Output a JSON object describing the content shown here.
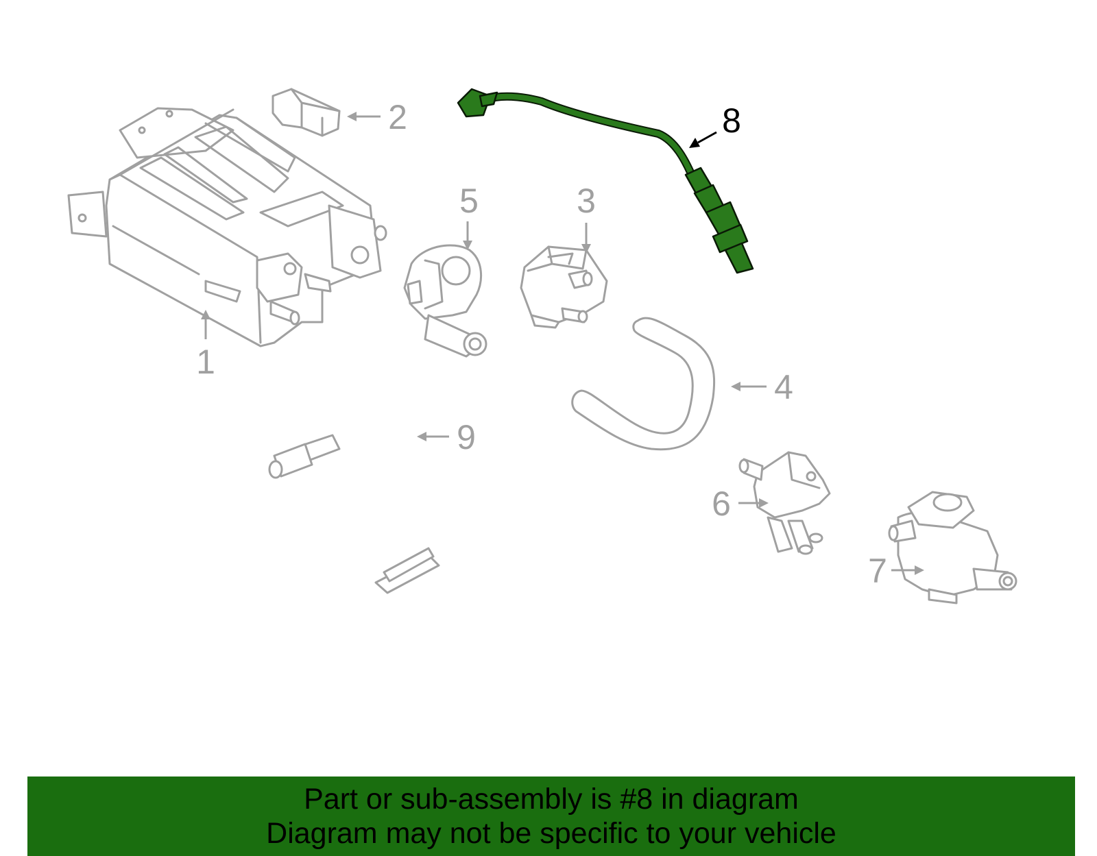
{
  "callouts": {
    "c1": "1",
    "c2": "2",
    "c3": "3",
    "c4": "4",
    "c5": "5",
    "c6": "6",
    "c7": "7",
    "c8": "8",
    "c9": "9"
  },
  "highlighted_part": "8",
  "colors": {
    "highlight": "#2a7a1c",
    "banner": "#1a6e0f",
    "part_outline": "#a0a0a0"
  },
  "banner": {
    "line1": "Part or sub-assembly is #8 in diagram",
    "line2": "Diagram may not be specific to your vehicle"
  }
}
